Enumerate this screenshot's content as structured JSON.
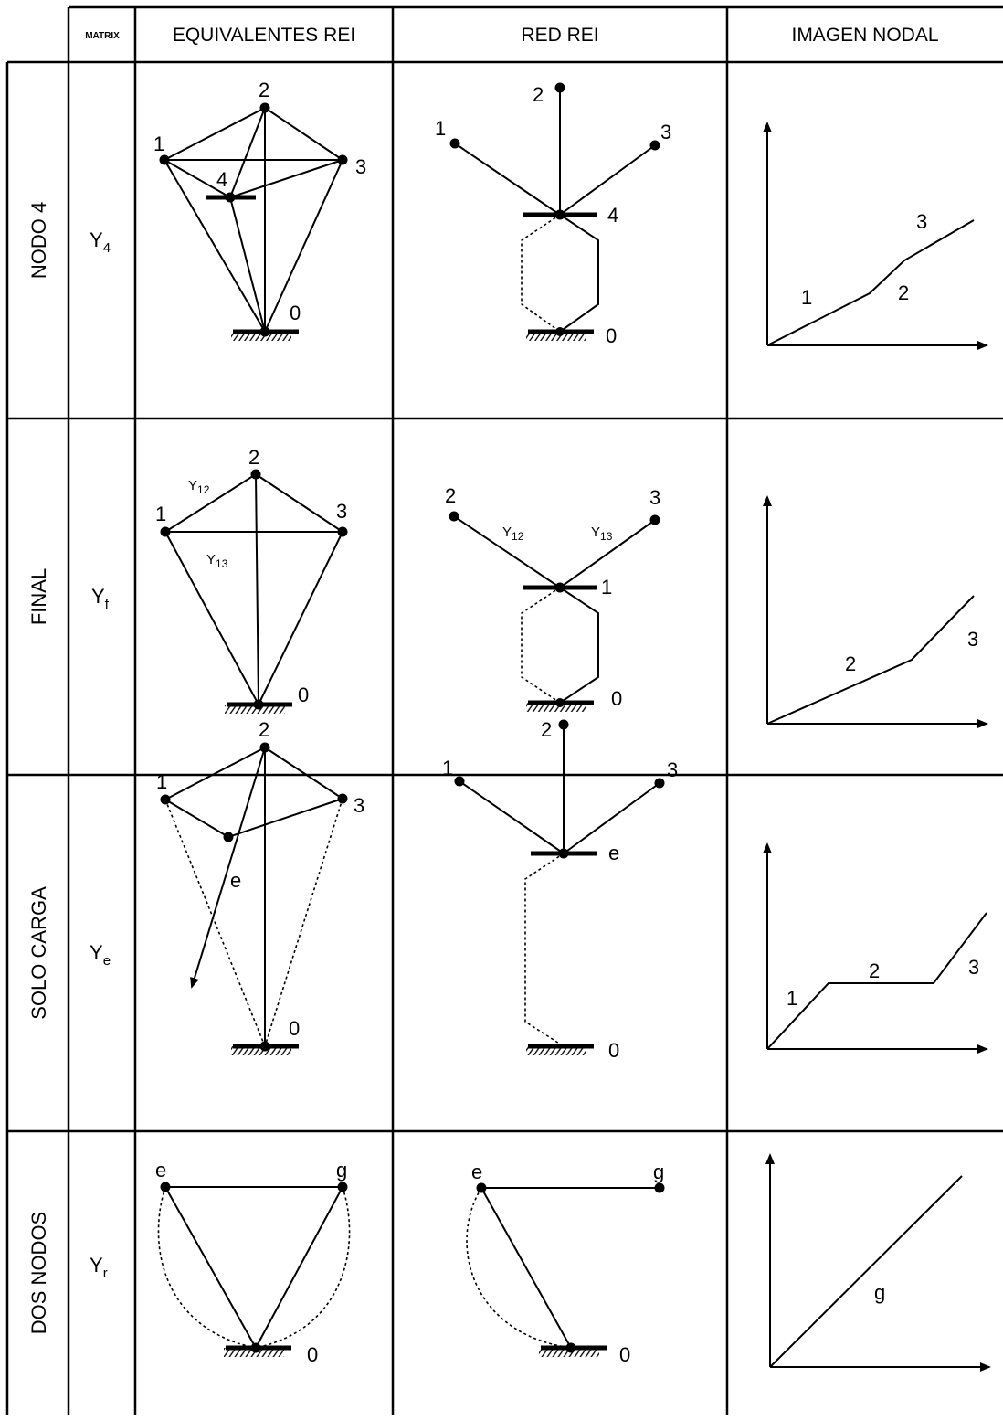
{
  "header": {
    "matrix": "MATRIX",
    "equivalentes": "EQUIVALENTES REI",
    "red": "RED REI",
    "imagen": "IMAGEN NODAL"
  },
  "rows": [
    {
      "label": "NODO 4",
      "matrix_main": "Y",
      "matrix_sub": "4",
      "equiv_nodes": [
        "1",
        "2",
        "3",
        "4",
        "0"
      ],
      "red_nodes": [
        "1",
        "2",
        "3",
        "4",
        "0"
      ],
      "imagen_labels": [
        "1",
        "2",
        "3"
      ]
    },
    {
      "label": "FINAL",
      "matrix_main": "Y",
      "matrix_sub": "f",
      "equiv_nodes": [
        "1",
        "2",
        "3",
        "0"
      ],
      "equiv_edges": [
        {
          "main": "Y",
          "sub": "12"
        },
        {
          "main": "Y",
          "sub": "13"
        }
      ],
      "red_nodes": [
        "2",
        "3",
        "1",
        "0"
      ],
      "red_edges": [
        {
          "main": "Y",
          "sub": "12"
        },
        {
          "main": "Y",
          "sub": "13"
        }
      ],
      "imagen_labels": [
        "2",
        "3"
      ]
    },
    {
      "label": "SOLO CARGA",
      "matrix_main": "Y",
      "matrix_sub": "e",
      "equiv_nodes": [
        "1",
        "2",
        "3",
        "e",
        "0"
      ],
      "red_nodes": [
        "1",
        "2",
        "3",
        "e",
        "0"
      ],
      "imagen_labels": [
        "1",
        "2",
        "3"
      ]
    },
    {
      "label": "DOS NODOS",
      "matrix_main": "Y",
      "matrix_sub": "r",
      "equiv_nodes": [
        "e",
        "g",
        "0"
      ],
      "red_nodes": [
        "e",
        "g",
        "0"
      ],
      "imagen_labels": [
        "g"
      ]
    }
  ]
}
